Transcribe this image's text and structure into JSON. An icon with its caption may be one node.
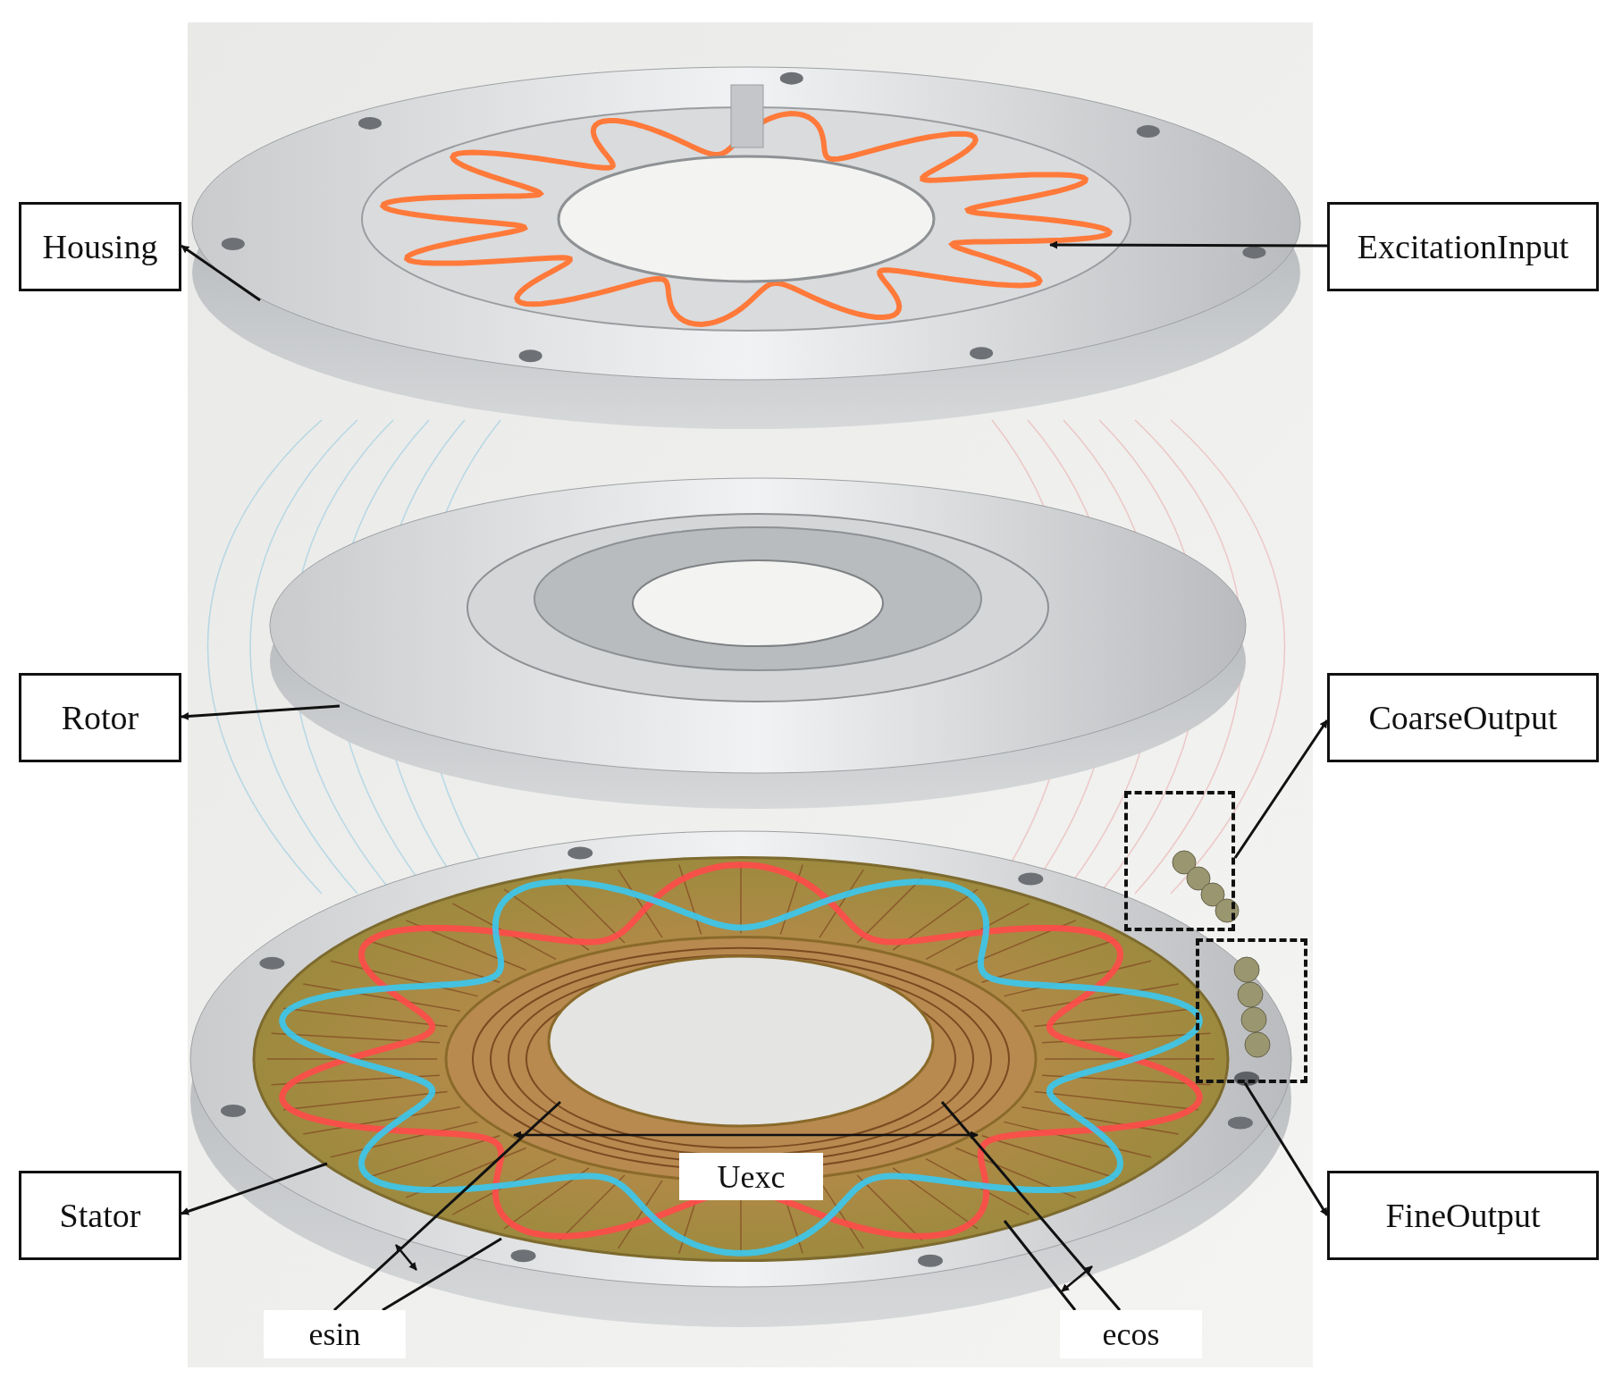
{
  "diagram": {
    "nodes": [
      {
        "text": [
          "Housing"
        ]
      },
      {
        "text": [
          "ExcitationInput"
        ]
      },
      {
        "text": [
          "Rotor"
        ]
      },
      {
        "text": [
          "CoarseOutput"
        ]
      },
      {
        "text": [
          "Stator"
        ]
      },
      {
        "text": [
          "FineOutput"
        ]
      },
      {
        "text": [
          "esin"
        ]
      },
      {
        "text": [
          "ecos"
        ]
      },
      {
        "text": [],
        "shape": "box"
      },
      {
        "text": [],
        "shape": "box"
      },
      {
        "text": [
          "Uexc"
        ]
      }
    ],
    "edges": [
      {
        "from": null,
        "to": 0,
        "arrow": "to"
      },
      {
        "from": 1,
        "to": null,
        "arrow": "to"
      },
      {
        "from": null,
        "to": 2,
        "arrow": "to"
      },
      {
        "from": 8,
        "to": 3,
        "arrow": "to"
      },
      {
        "from": null,
        "to": 4,
        "arrow": "to"
      },
      {
        "from": 9,
        "to": 5,
        "arrow": "to"
      },
      {
        "from": 6,
        "to": null,
        "arrow": "none"
      },
      {
        "from": 6,
        "to": null,
        "arrow": "none"
      },
      {
        "from": 7,
        "to": null,
        "arrow": "none"
      },
      {
        "from": 7,
        "to": null,
        "arrow": "none"
      }
    ]
  }
}
